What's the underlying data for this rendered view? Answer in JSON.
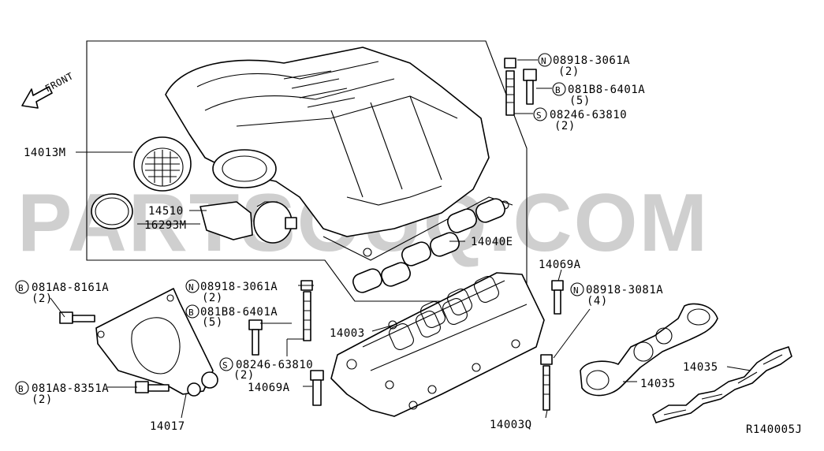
{
  "diagram": {
    "watermark": "PARTSOUQ.COM",
    "front_label": "FRONT",
    "ref_code": "R140005J",
    "parts": {
      "p14013M": "14013M",
      "p16293M": "16293M",
      "p14510": "14510",
      "p14040E": "14040E",
      "p14069A_top": "14069A",
      "p14069A_bottom": "14069A",
      "p14003": "14003",
      "p14003Q": "14003Q",
      "p14035_a": "14035",
      "p14035_b": "14035",
      "p14017": "14017"
    },
    "fasteners": {
      "f1": {
        "prefix": "N",
        "code": "08918-3061A",
        "qty": "(2)"
      },
      "f2": {
        "prefix": "B",
        "code": "081B8-6401A",
        "qty": "(5)"
      },
      "f3": {
        "prefix": "S",
        "code": "08246-63810",
        "qty": "(2)"
      },
      "f4": {
        "prefix": "B",
        "code": "081A8-8161A",
        "qty": "(2)"
      },
      "f5": {
        "prefix": "N",
        "code": "08918-3061A",
        "qty": "(2)"
      },
      "f6": {
        "prefix": "B",
        "code": "081B8-6401A",
        "qty": "(5)"
      },
      "f7": {
        "prefix": "S",
        "code": "08246-63810",
        "qty": "(2)"
      },
      "f8": {
        "prefix": "B",
        "code": "081A8-8351A",
        "qty": "(2)"
      },
      "f9": {
        "prefix": "N",
        "code": "08918-3081A",
        "qty": "(4)"
      }
    }
  }
}
